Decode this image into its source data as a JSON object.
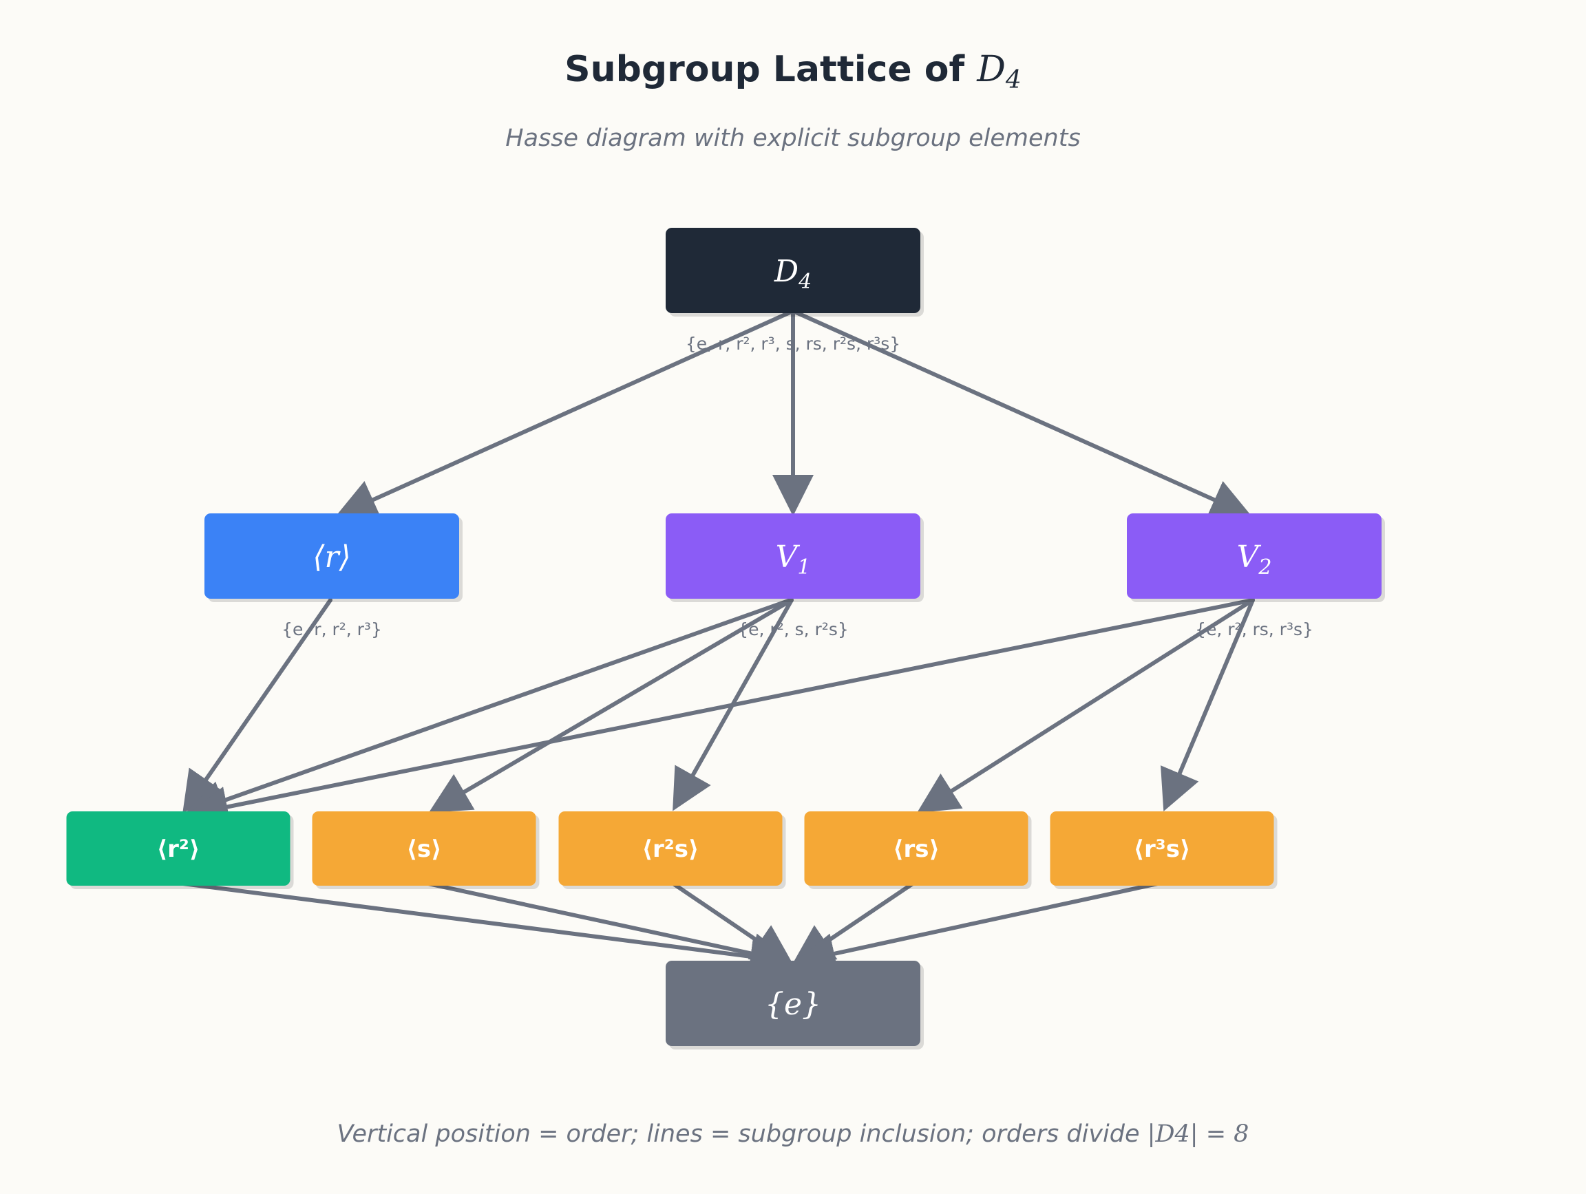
{
  "title": {
    "text": "Subgroup Lattice of ",
    "math": "D",
    "sub": "4"
  },
  "subtitle": "Hasse diagram with explicit subgroup elements",
  "footer": {
    "text": "Vertical position = order; lines = subgroup inclusion; orders divide ",
    "math": "|D4| = 8"
  },
  "colors": {
    "top": "#1f2937",
    "cyclic_order4": "#3b82f6",
    "klein": "#8b5cf6",
    "rotation_order2": "#10b981",
    "reflection_order2": "#f5a836",
    "trivial": "#6b7280",
    "edge": "#6b7280"
  },
  "nodes": [
    {
      "id": "D4",
      "label": "D",
      "label_sub": "4",
      "style": "math",
      "color": "#1f2937",
      "elements": "{e, r, r², r³, s, rs, r²s, r³s}"
    },
    {
      "id": "r",
      "label": "⟨r⟩",
      "style": "math",
      "color": "#3b82f6",
      "elements": "{e, r, r², r³}"
    },
    {
      "id": "V1",
      "label": "V",
      "label_sub": "1",
      "style": "math",
      "color": "#8b5cf6",
      "elements": "{e, r², s, r²s}"
    },
    {
      "id": "V2",
      "label": "V",
      "label_sub": "2",
      "style": "math",
      "color": "#8b5cf6",
      "elements": "{e, r², rs, r³s}"
    },
    {
      "id": "r2",
      "label": "⟨r²⟩",
      "style": "bold",
      "color": "#10b981",
      "elements": ""
    },
    {
      "id": "s",
      "label": "⟨s⟩",
      "style": "bold",
      "color": "#f5a836",
      "elements": ""
    },
    {
      "id": "r2s",
      "label": "⟨r²s⟩",
      "style": "bold",
      "color": "#f5a836",
      "elements": ""
    },
    {
      "id": "rs",
      "label": "⟨rs⟩",
      "style": "bold",
      "color": "#f5a836",
      "elements": ""
    },
    {
      "id": "r3s",
      "label": "⟨r³s⟩",
      "style": "bold",
      "color": "#f5a836",
      "elements": ""
    },
    {
      "id": "e",
      "label": "{e}",
      "style": "math",
      "color": "#6b7280",
      "elements": ""
    }
  ],
  "edges": [
    {
      "from": "D4",
      "to": "r"
    },
    {
      "from": "D4",
      "to": "V1"
    },
    {
      "from": "D4",
      "to": "V2"
    },
    {
      "from": "r",
      "to": "r2"
    },
    {
      "from": "V1",
      "to": "r2"
    },
    {
      "from": "V1",
      "to": "s"
    },
    {
      "from": "V1",
      "to": "r2s"
    },
    {
      "from": "V2",
      "to": "r2"
    },
    {
      "from": "V2",
      "to": "rs"
    },
    {
      "from": "V2",
      "to": "r3s"
    },
    {
      "from": "r2",
      "to": "e"
    },
    {
      "from": "s",
      "to": "e"
    },
    {
      "from": "r2s",
      "to": "e"
    },
    {
      "from": "rs",
      "to": "e"
    },
    {
      "from": "r3s",
      "to": "e"
    }
  ]
}
